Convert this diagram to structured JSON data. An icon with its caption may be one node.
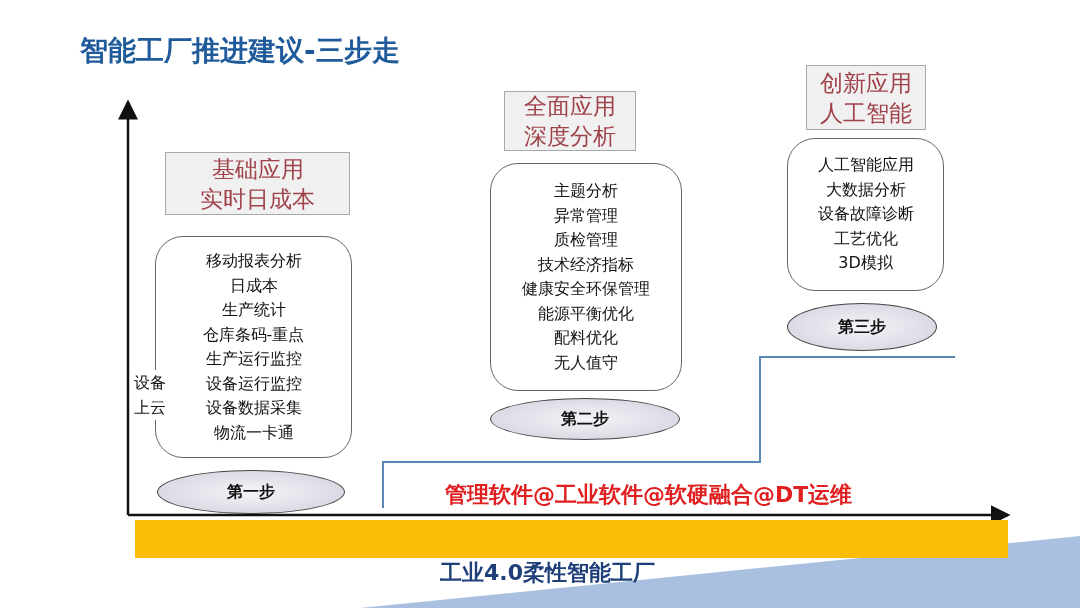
{
  "diagram": {
    "title": "智能工厂推进建议-三步走",
    "nodes": [
      {
        "text": [
          "基础应用实时日成本"
        ]
      },
      {
        "text": [
          "移动报表分析",
          "日成本",
          "生产统计",
          "仓库条码-重点",
          "生产运行监控",
          "设备运行监控",
          "设备数据采集",
          "物流一卡通"
        ]
      },
      {
        "text": [
          "第一步"
        ]
      },
      {
        "text": [
          "全面应用深度分析"
        ]
      },
      {
        "text": [
          "主题分析",
          "异常管理",
          "质检管理",
          "技术经济指标",
          "健康安全环保管理",
          "能源平衡优化",
          "配料优化",
          "无人值守"
        ]
      },
      {
        "text": [
          "第二步"
        ]
      },
      {
        "text": [
          "创新应用人工智能"
        ]
      },
      {
        "text": [
          "人工智能应用",
          "大数据分析",
          "设备故障诊断",
          "工艺优化",
          "3D模拟"
        ]
      },
      {
        "text": [
          "第三步"
        ]
      },
      {
        "text": [],
        "shape": "bar"
      }
    ],
    "labels": [
      "设备上云",
      "管理软件@工业软件@软硬融合@DT运维",
      "工业4.0柔性智能工厂"
    ]
  }
}
